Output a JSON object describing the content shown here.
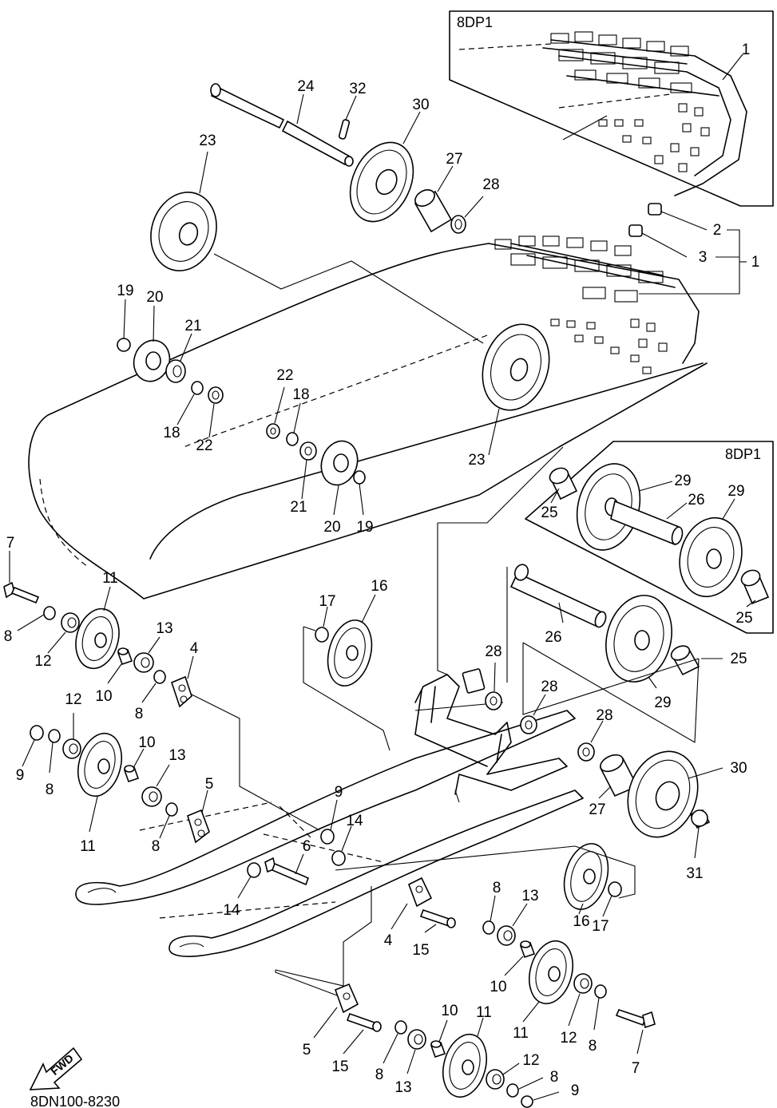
{
  "figure_code": "8DN100-8230",
  "fwd_label": "FWD",
  "boxes": [
    {
      "id": "top-right",
      "label": "8DP1"
    },
    {
      "id": "mid-right",
      "label": "8DP1"
    }
  ],
  "callouts": [
    "1",
    "1",
    "2",
    "3",
    "4",
    "4",
    "5",
    "5",
    "6",
    "7",
    "7",
    "8",
    "8",
    "8",
    "8",
    "8",
    "8",
    "8",
    "9",
    "9",
    "9",
    "10",
    "10",
    "10",
    "10",
    "11",
    "11",
    "11",
    "11",
    "12",
    "12",
    "12",
    "12",
    "13",
    "13",
    "13",
    "13",
    "14",
    "14",
    "15",
    "15",
    "16",
    "16",
    "17",
    "17",
    "18",
    "18",
    "19",
    "19",
    "20",
    "20",
    "21",
    "21",
    "22",
    "22",
    "23",
    "23",
    "24",
    "25",
    "25",
    "25",
    "26",
    "26",
    "27",
    "27",
    "28",
    "28",
    "28",
    "28",
    "29",
    "29",
    "29",
    "30",
    "30",
    "31",
    "32"
  ]
}
